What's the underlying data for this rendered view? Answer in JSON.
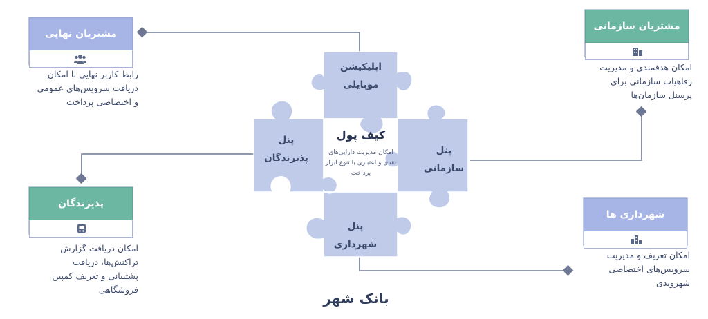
{
  "title": "بانک شهر",
  "center": {
    "title": "کیف پول",
    "desc": [
      "امکان مدیریت دارایی‌های",
      "نقدی و اعتباری با تنوع ابزار",
      "پرداخت"
    ]
  },
  "pieces": {
    "top": [
      "اپلیکیشن",
      "موبایلی"
    ],
    "right": [
      "پنل",
      "سازمانی"
    ],
    "left": [
      "پنل",
      "پذیرندگان"
    ],
    "bottom": [
      "پنل",
      "شهرداری"
    ]
  },
  "cards": {
    "end_users": {
      "title": "مشتریان نهایی",
      "icon": "users-icon",
      "desc": [
        "رابط کاربر نهایی با امکان",
        "دریافت سرویس‌های عمومی",
        "و اختصاصی پرداخت"
      ]
    },
    "org_customers": {
      "title": "مشتریان سازمانی",
      "icon": "building-icon",
      "desc": [
        "امکان هدفمندی و مدیریت",
        "رفاهیات سازمانی برای",
        "پرسنل سازمان‌ها"
      ]
    },
    "acceptors": {
      "title": "پذیرندگان",
      "icon": "store-icon",
      "desc": [
        "امکان دریافت گزارش",
        "تراکنش‌ها، دریافت",
        "پشتیبانی و تعریف کمپین",
        "فروشگاهی"
      ]
    },
    "municipality": {
      "title": "شهرداری ها",
      "icon": "city-icon",
      "desc": [
        "امکان تعریف و مدیریت",
        "سرویس‌های اختصاصی",
        "شهروندی"
      ]
    }
  },
  "colors": {
    "piece_fill": "#bfcbe8",
    "center_fill": "#ffffff",
    "blue_header": "#a7b4e6",
    "green_header": "#6cb7a1",
    "connector": "#6e7894",
    "text": "#3d4a6b"
  }
}
